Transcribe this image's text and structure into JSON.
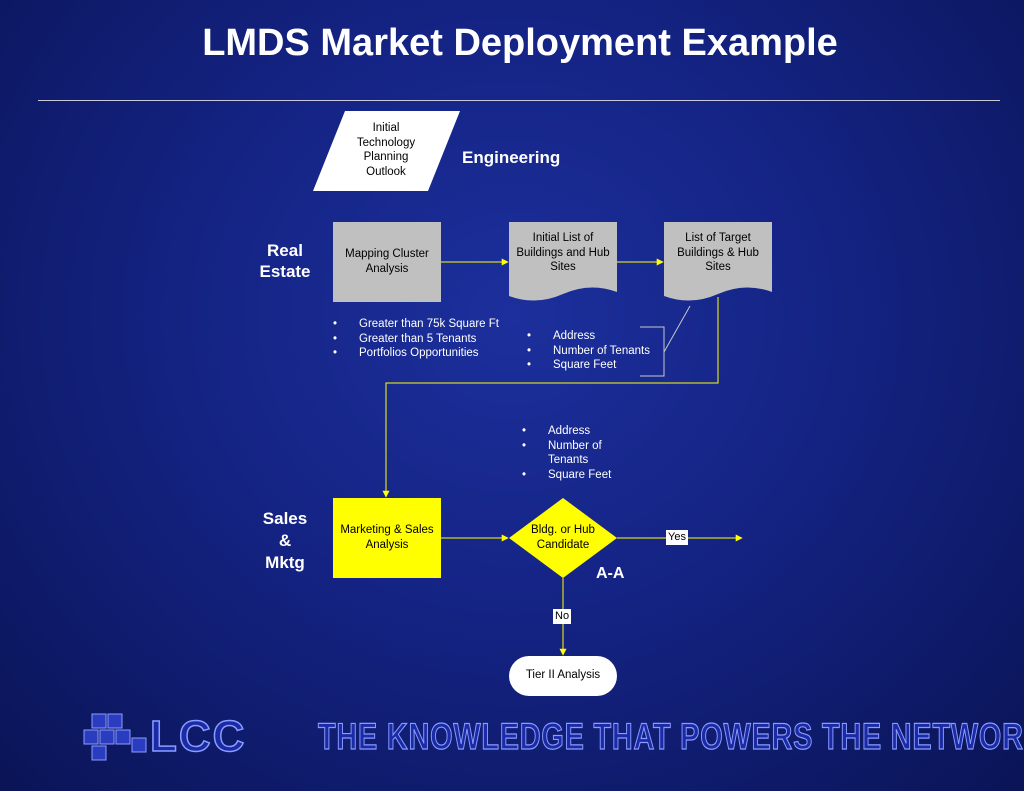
{
  "slide": {
    "title": "LMDS Market Deployment Example"
  },
  "lanes": {
    "engineering": "Engineering",
    "real_estate": [
      "Real",
      "Estate"
    ],
    "sales": [
      "Sales",
      "&",
      "Mktg"
    ]
  },
  "nodes": {
    "initial_tech": [
      "Initial",
      "Technology",
      "Planning",
      "Outlook"
    ],
    "mapping_cluster": [
      "Mapping Cluster",
      "Analysis"
    ],
    "initial_list": [
      "Initial List of",
      "Buildings and Hub",
      "Sites"
    ],
    "target_list": [
      "List of Target",
      "Buildings & Hub",
      "Sites"
    ],
    "marketing_sales": [
      "Marketing & Sales",
      "Analysis"
    ],
    "decision": [
      "Bldg. or Hub",
      "Candidate"
    ],
    "tier2": "Tier II Analysis"
  },
  "bullets": {
    "criteria": [
      "Greater than 75k Square Ft",
      "Greater than 5 Tenants",
      "Portfolios Opportunities"
    ],
    "target_fields": [
      "Address",
      "Number of Tenants",
      "Square Feet"
    ],
    "decision_fields": [
      "Address",
      "Number of",
      "Tenants",
      "Square Feet"
    ]
  },
  "branches": {
    "yes": "Yes",
    "no": "No",
    "connector": "A-A"
  },
  "footer": {
    "logo_text": "LCC",
    "tagline": "THE KNOWLEDGE THAT POWERS THE NETWORK"
  },
  "colors": {
    "background": "#142383",
    "process_gray": "#c0c0c0",
    "highlight_yellow": "#ffff00",
    "connector_line": "#ffff00"
  }
}
